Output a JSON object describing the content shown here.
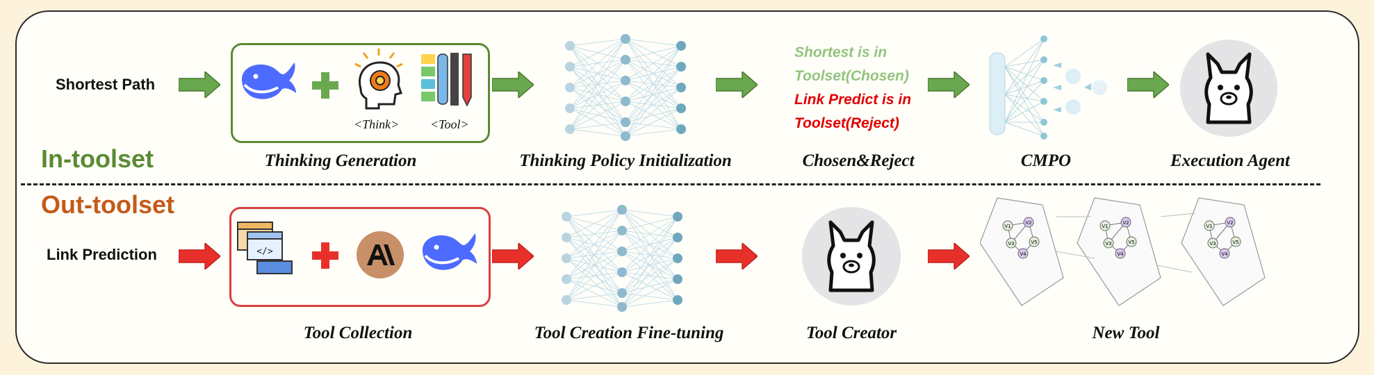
{
  "sections": {
    "in_toolset": "In-toolset",
    "out_toolset": "Out-toolset"
  },
  "inputs": {
    "top": "Shortest Path",
    "bottom": "Link Prediction"
  },
  "top_stages": {
    "thinking_generation": "Thinking Generation",
    "policy_init": "Thinking Policy Initialization",
    "chosen_reject": "Chosen&Reject",
    "cmpo": "CMPO",
    "execution_agent": "Execution Agent"
  },
  "bottom_stages": {
    "tool_collection": "Tool Collection",
    "fine_tuning": "Tool Creation Fine-tuning",
    "tool_creator": "Tool Creator",
    "new_tool": "New Tool"
  },
  "tags": {
    "think": "<Think>",
    "tool": "<Tool>"
  },
  "preference": {
    "chosen_line1": "Shortest is in",
    "chosen_line2": "Toolset(Chosen)",
    "reject_line1": "Link Predict is in",
    "reject_line2": "Toolset(Reject)"
  },
  "graph_nodes": [
    "V1",
    "V2",
    "V3",
    "V4",
    "V5"
  ],
  "colors": {
    "green_arrow": "#6aa84f",
    "red_arrow": "#e8302a",
    "in_toolset": "#5a8a32",
    "out_toolset": "#c45a1a",
    "chosen": "#93c47d",
    "reject": "#e00000",
    "whale": "#4d6bfe",
    "anthropic": "#c89068"
  },
  "icons": [
    "deepseek-whale-icon",
    "plus-icon",
    "thinking-head-gear-icon",
    "tools-icon",
    "code-window-icon",
    "anthropic-logo-icon",
    "llama-icon",
    "neural-network-icon",
    "policy-network-icon",
    "graph-plane-icon"
  ]
}
